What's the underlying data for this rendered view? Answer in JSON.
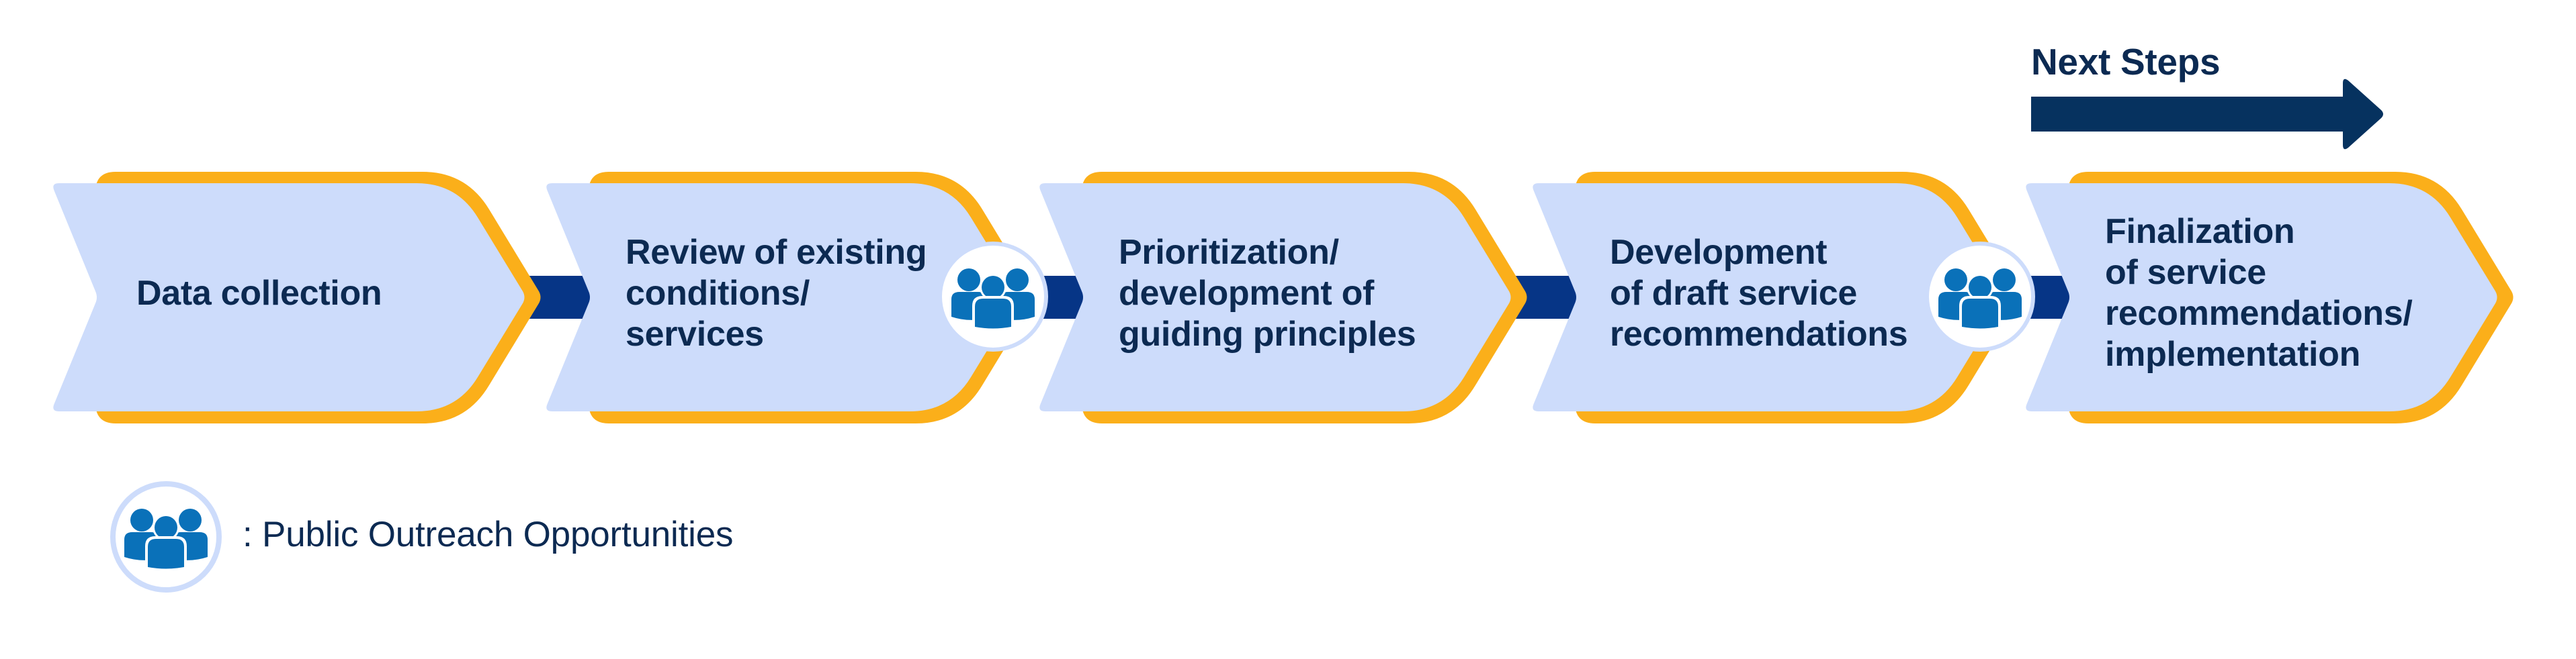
{
  "diagram": {
    "type": "process-flow",
    "colors": {
      "step_fill": "#cddcfb",
      "step_outline": "#fbaf1a",
      "connector": "#063586",
      "text": "#0c2a52",
      "outreach_icon": "#0a71b9",
      "next_steps_arrow": "#06325f"
    },
    "steps": [
      {
        "lines": [
          "Data collection"
        ],
        "outreach_after": false
      },
      {
        "lines": [
          "Review of existing",
          "conditions/",
          "services"
        ],
        "outreach_after": true
      },
      {
        "lines": [
          "Prioritization/",
          "development of",
          "guiding principles"
        ],
        "outreach_after": false
      },
      {
        "lines": [
          "Development",
          "of draft service",
          "recommendations"
        ],
        "outreach_after": true
      },
      {
        "lines": [
          "Finalization",
          "of service",
          "recommendations/",
          "implementation"
        ],
        "outreach_after": false
      }
    ],
    "next_steps": {
      "label": "Next Steps",
      "icon": "right-arrow-icon"
    },
    "legend": {
      "icon": "people-group-icon",
      "label": ": Public Outreach Opportunities"
    }
  }
}
